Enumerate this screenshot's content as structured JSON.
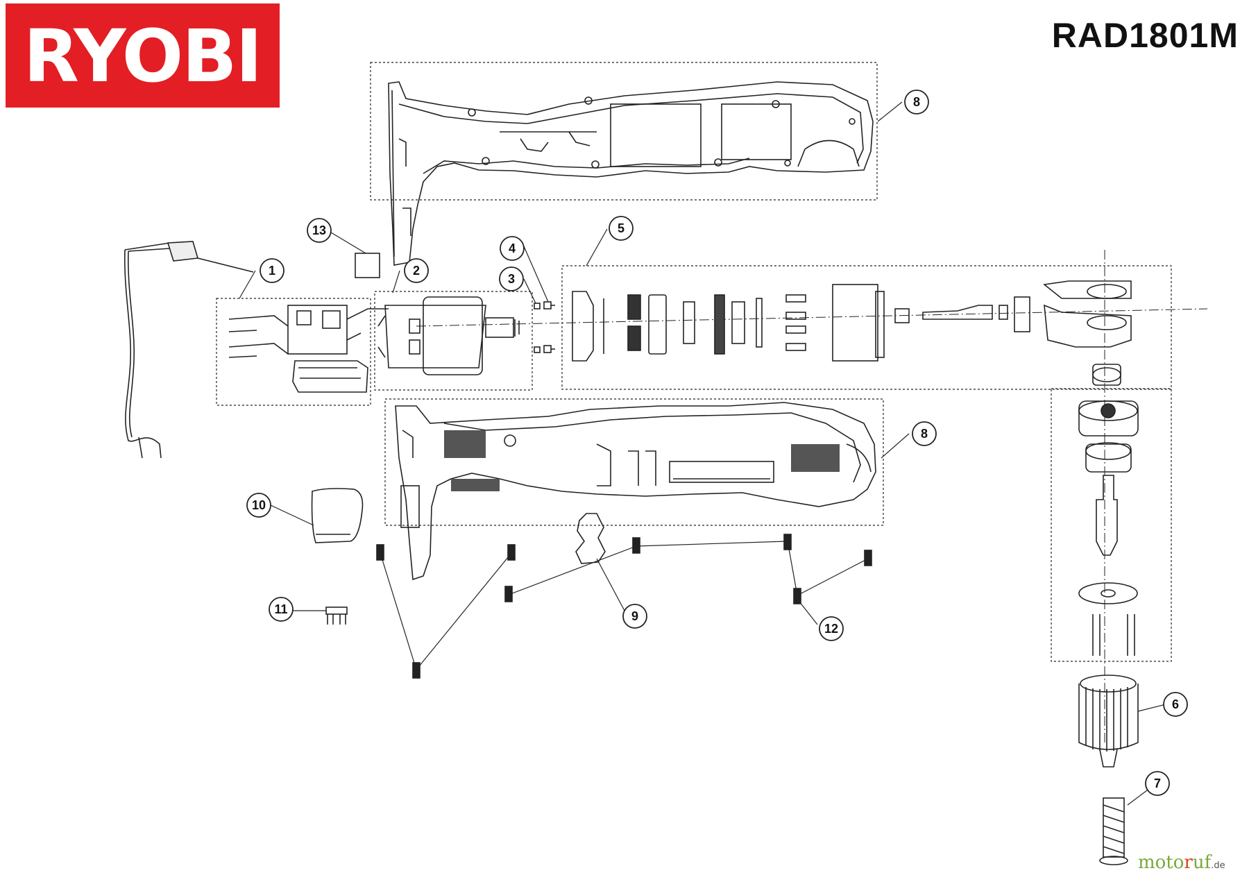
{
  "brand": {
    "logo_text": "RYOBI",
    "color": "#e31e24"
  },
  "model": "RAD1801M",
  "watermark": {
    "part1": "moto",
    "part2": "r",
    "part3": "uf",
    "suffix": ".de"
  },
  "callouts": [
    {
      "id": "c1",
      "label": "1"
    },
    {
      "id": "c2",
      "label": "2"
    },
    {
      "id": "c3",
      "label": "3"
    },
    {
      "id": "c4",
      "label": "4"
    },
    {
      "id": "c5",
      "label": "5"
    },
    {
      "id": "c6",
      "label": "6"
    },
    {
      "id": "c7",
      "label": "7"
    },
    {
      "id": "c8a",
      "label": "8"
    },
    {
      "id": "c8b",
      "label": "8"
    },
    {
      "id": "c9",
      "label": "9"
    },
    {
      "id": "c10",
      "label": "10"
    },
    {
      "id": "c11",
      "label": "11"
    },
    {
      "id": "c12",
      "label": "12"
    },
    {
      "id": "c13",
      "label": "13"
    }
  ]
}
